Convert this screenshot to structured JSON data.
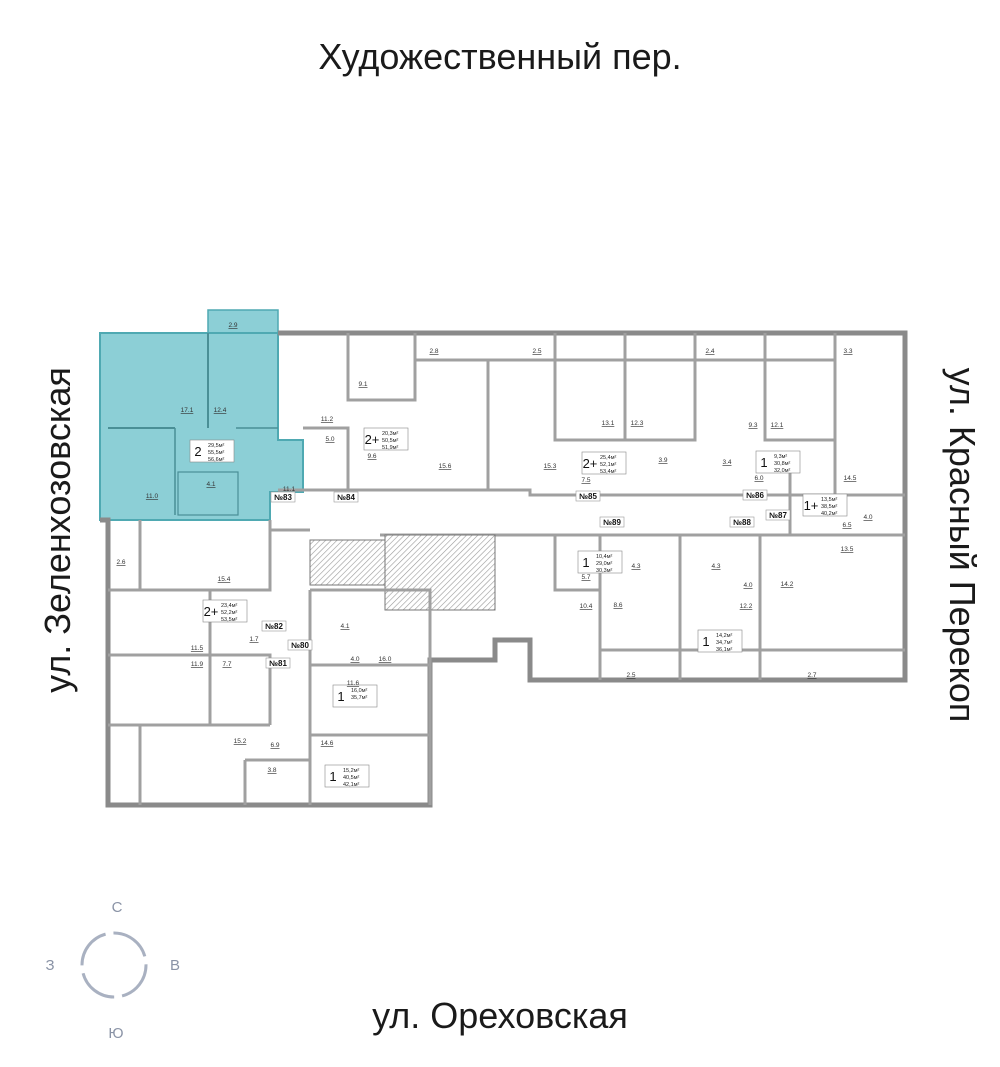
{
  "streets": {
    "north": "Художественный пер.",
    "south": "ул. Ореховская",
    "west": "ул. Зеленхозовская",
    "east": "ул. Красный Перекоп"
  },
  "compass": {
    "north": "С",
    "east": "В",
    "south": "Ю",
    "west": "З"
  },
  "colors": {
    "highlight": "#8ccfd6",
    "highlight_border": "#4fa9b2",
    "wall": "#8a8a8a",
    "compass": "#a9b1c1"
  },
  "apartments": [
    {
      "rooms": "2",
      "living": "29,5м²",
      "area": "55,5м²",
      "total": "56,6м²",
      "highlighted": true
    },
    {
      "rooms": "2+",
      "living": "20,3м²",
      "area": "50,5м²",
      "total": "51,9м²"
    },
    {
      "rooms": "2+",
      "living": "25,4м²",
      "area": "52,1м²",
      "total": "53,4м²"
    },
    {
      "rooms": "1",
      "living": "9,3м²",
      "area": "30,8м²",
      "total": "32,0м²"
    },
    {
      "rooms": "1+",
      "living": "13,5м²",
      "area": "38,5м²",
      "total": "40,2м²"
    },
    {
      "rooms": "2+",
      "living": "23,4м²",
      "area": "52,2м²",
      "total": "53,5м²"
    },
    {
      "rooms": "1",
      "living": "16,0м²",
      "area": "35,7м²",
      "total": ""
    },
    {
      "rooms": "1",
      "living": "15,2м²",
      "area": "40,5м²",
      "total": "42,1м²"
    },
    {
      "rooms": "1",
      "living": "10,4м²",
      "area": "29,0м²",
      "total": "30,3м²"
    },
    {
      "rooms": "1",
      "living": "14,2м²",
      "area": "34,7м²",
      "total": "36,1м²"
    }
  ],
  "room_areas": [
    "2.9",
    "17.1",
    "12.4",
    "4.1",
    "11.0",
    "11.1",
    "9.1",
    "11.2",
    "5.0",
    "9.6",
    "2.8",
    "2.5",
    "15.6",
    "15.3",
    "7.5",
    "13.1",
    "12.3",
    "3.9",
    "3.4",
    "2.4",
    "9.3",
    "12.1",
    "6.0",
    "3.3",
    "14.5",
    "4.0",
    "6.5",
    "13.5",
    "2.6",
    "15.4",
    "11.5",
    "11.9",
    "7.7",
    "1.7",
    "4.1",
    "4.0",
    "16.0",
    "11.6",
    "15.2",
    "6.9",
    "3.8",
    "14.6",
    "5.7",
    "10.4",
    "8.6",
    "4.3",
    "4.3",
    "4.0",
    "14.2",
    "12.2",
    "2.5",
    "2.7"
  ],
  "entrances": [
    "№83",
    "№84",
    "№85",
    "№86",
    "№87",
    "№88",
    "№89",
    "№82",
    "№81",
    "№80"
  ]
}
